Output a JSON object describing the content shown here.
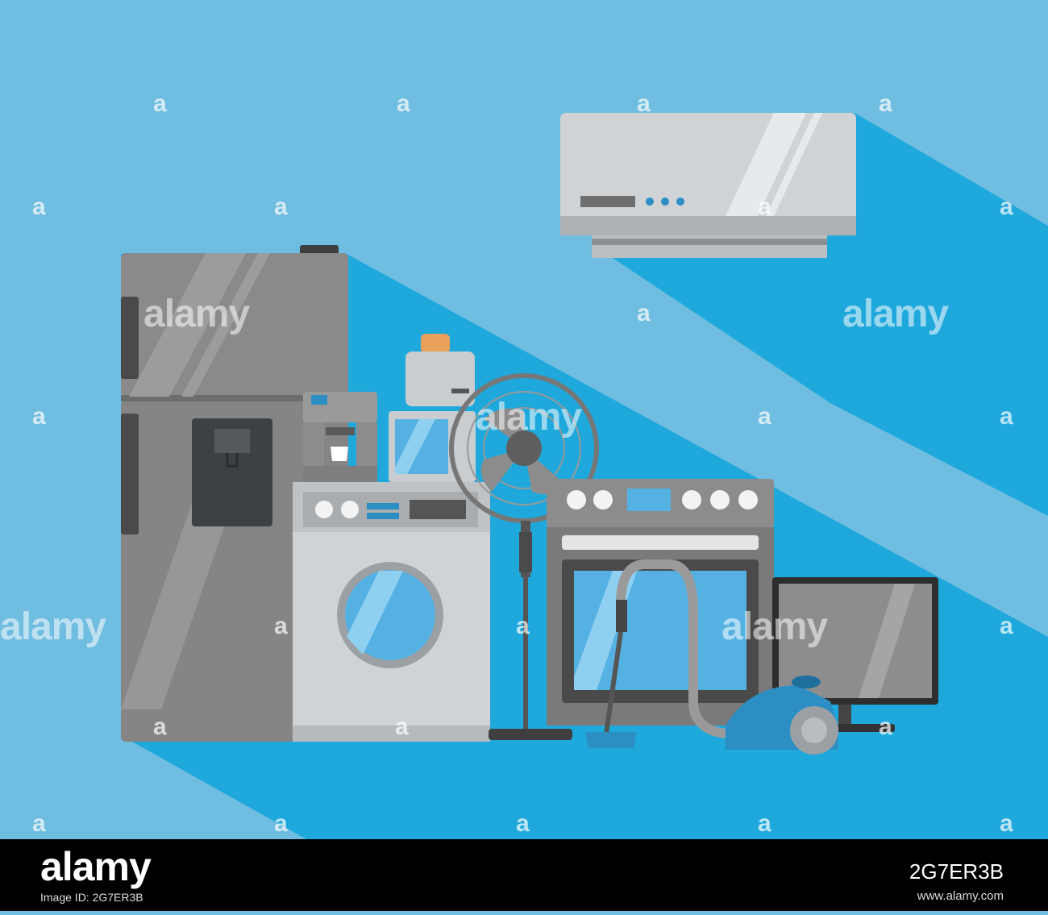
{
  "watermark": {
    "brand": "alamy",
    "glyph": "a"
  },
  "footer": {
    "logo": "alamy",
    "stock_id": "2G7ER3B",
    "url": "www.alamy.com",
    "caption": "Image ID: 2G7ER3B"
  },
  "colors": {
    "background": "#6fbde0",
    "shadow": "#1fa8dc",
    "appliance_steel": "#8a8a8a",
    "appliance_light": "#cfcfcf",
    "accent_blue": "#2d8ec4",
    "footer": "#000000"
  },
  "appliances": [
    "refrigerator",
    "coffee-machine",
    "toaster",
    "microwave",
    "washing-machine",
    "standing-fan",
    "oven-stove",
    "vacuum-cleaner",
    "television",
    "air-conditioner"
  ]
}
